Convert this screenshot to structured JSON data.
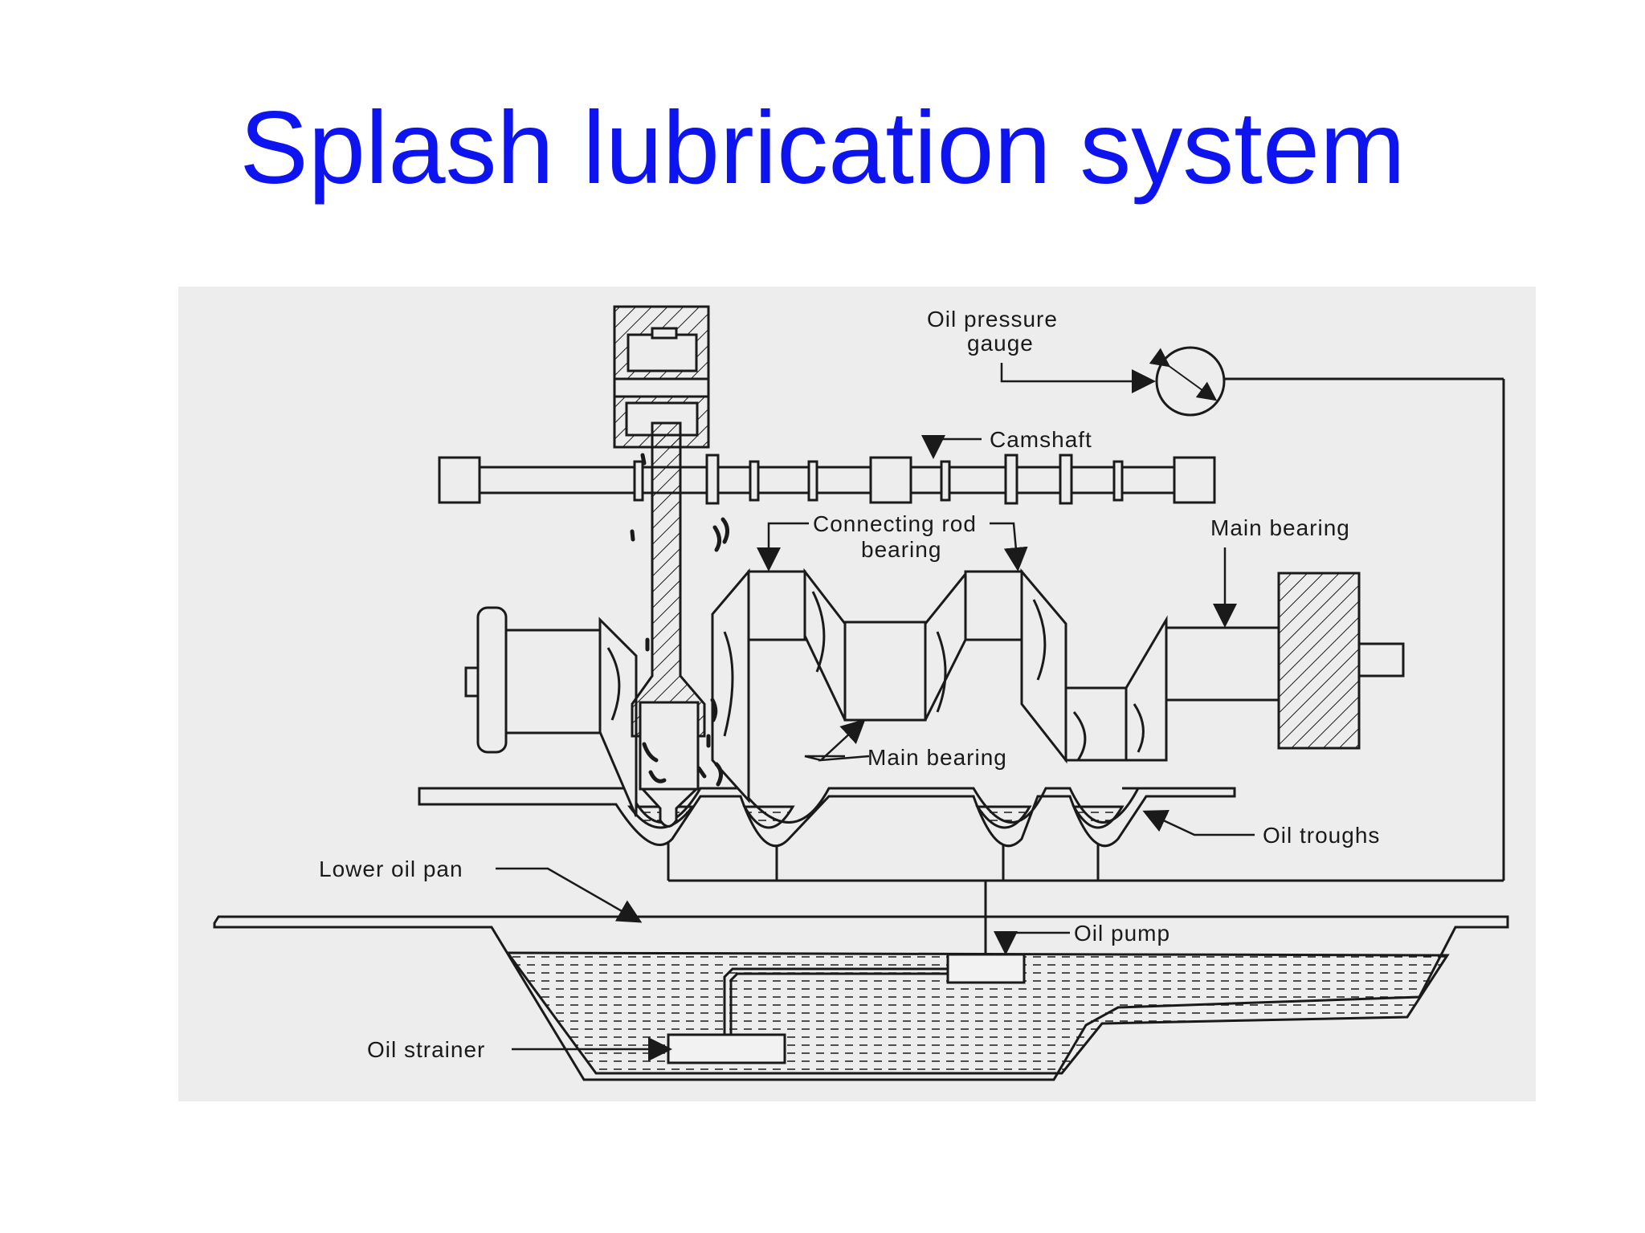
{
  "title": "Splash lubrication system",
  "colors": {
    "title": "#0d14f0",
    "figure_bg": "#ededed",
    "ink": "#1a1a1a"
  },
  "labels": {
    "oil_pressure_gauge_1": "Oil pressure",
    "oil_pressure_gauge_2": "gauge",
    "camshaft": "Camshaft",
    "connecting_rod_bearing_1": "Connecting rod",
    "connecting_rod_bearing_2": "bearing",
    "main_bearing_right": "Main bearing",
    "main_bearing_bottom": "Main bearing",
    "oil_troughs": "Oil troughs",
    "lower_oil_pan": "Lower oil pan",
    "oil_pump": "Oil pump",
    "oil_strainer": "Oil strainer"
  }
}
